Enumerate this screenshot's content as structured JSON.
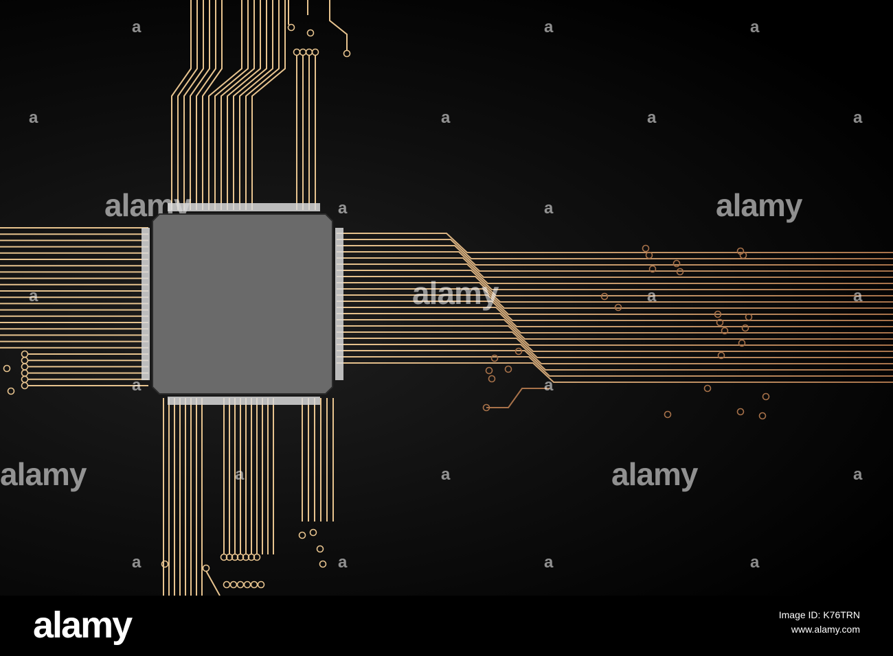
{
  "image": {
    "subject": "microprocessor chip on circuit board",
    "colors": {
      "background": "#0e0e0e",
      "trace_bright": "#e8c48f",
      "trace_dim": "#a8724a",
      "chip_fill": "#6a6a6a",
      "pin": "#d9d9d9"
    }
  },
  "watermark": {
    "text": "alamy",
    "symbol": "a"
  },
  "footer": {
    "logo": "alamy",
    "image_id_label": "Image ID: K76TRN",
    "site": "www.alamy.com"
  }
}
